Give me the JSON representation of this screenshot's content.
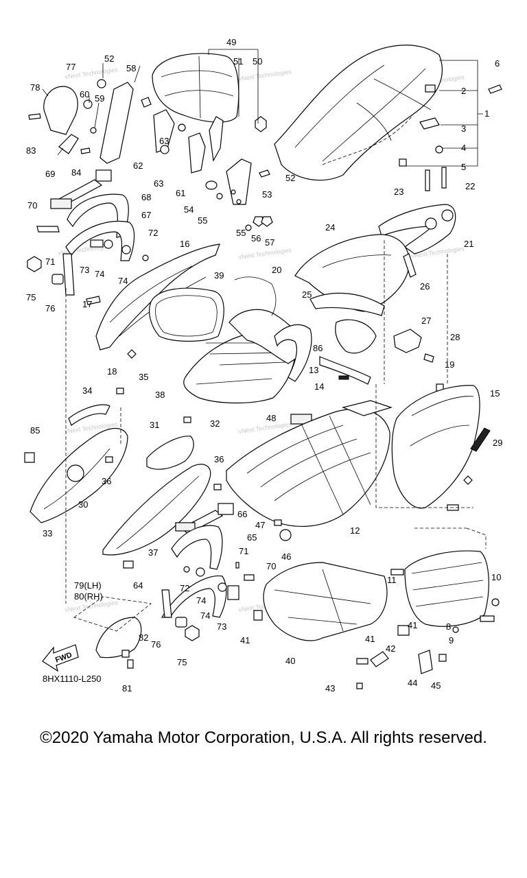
{
  "diagram": {
    "callouts": [
      "1",
      "2",
      "3",
      "4",
      "5",
      "6",
      "8",
      "9",
      "10",
      "11",
      "12",
      "13",
      "14",
      "15",
      "16",
      "17",
      "18",
      "19",
      "20",
      "21",
      "22",
      "23",
      "24",
      "25",
      "26",
      "27",
      "28",
      "29",
      "30",
      "31",
      "32",
      "33",
      "34",
      "35",
      "36",
      "37",
      "38",
      "39",
      "40",
      "41",
      "42",
      "43",
      "44",
      "45",
      "46",
      "47",
      "48",
      "49",
      "50",
      "51",
      "52",
      "53",
      "54",
      "55",
      "56",
      "57",
      "58",
      "59",
      "60",
      "61",
      "62",
      "63",
      "64",
      "65",
      "66",
      "67",
      "68",
      "69",
      "70",
      "71",
      "72",
      "73",
      "74",
      "75",
      "76",
      "77",
      "78",
      "81",
      "82",
      "83",
      "84",
      "85",
      "86"
    ],
    "side_labels": {
      "lh": "79(LH)",
      "rh": "80(RH)"
    },
    "fwd_label": "FWD",
    "ref_code": "8HX1110-L250",
    "watermark": "vNext Technologies",
    "colors": {
      "line": "#000000",
      "watermark": "#9a9a9a",
      "background": "#ffffff"
    }
  },
  "footer": {
    "copyright": "©2020 Yamaha Motor Corporation, U.S.A. All rights reserved."
  }
}
